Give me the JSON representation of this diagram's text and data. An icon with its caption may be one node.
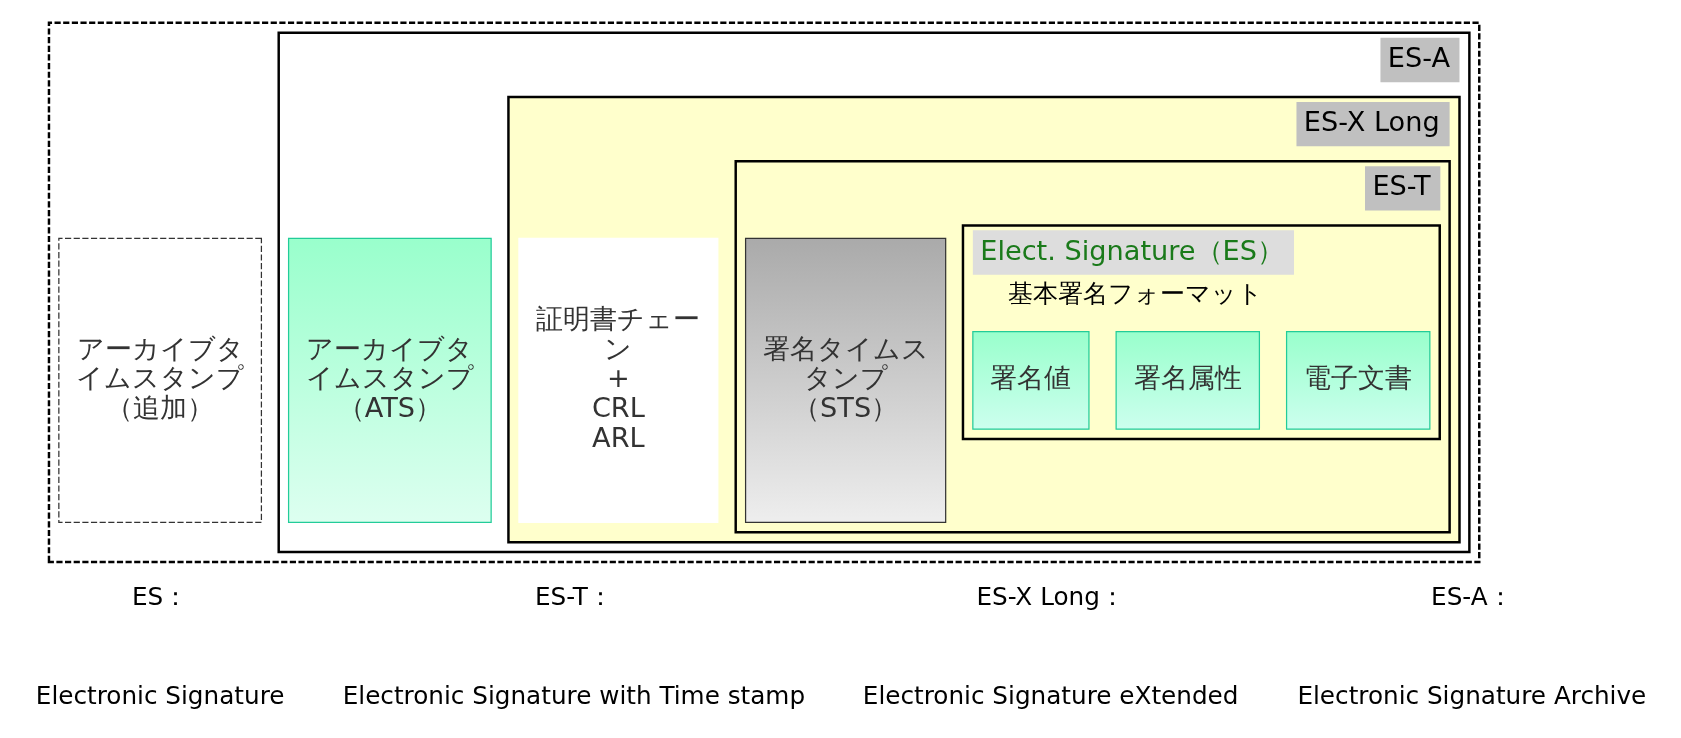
{
  "diagram": {
    "nodes": [
      {
        "text": [],
        "shape": "box"
      },
      {
        "text": [
          "ES-A"
        ],
        "in": 0
      },
      {
        "text": [
          "ES-X Long"
        ],
        "in": 1
      },
      {
        "text": [
          "ES-T"
        ],
        "in": 2
      },
      {
        "text": [
          "Elect. Signature（ES）",
          "基本署名フォーマット"
        ],
        "in": 3
      },
      {
        "text": [
          "電子文書"
        ],
        "in": 4
      },
      {
        "text": [
          "署名属性"
        ],
        "in": 4
      },
      {
        "text": [
          "署名値"
        ],
        "in": 4
      },
      {
        "text": [
          "署名タイムスタンプ（STS）"
        ],
        "in": 3
      },
      {
        "text": [
          "証明書チェーン + CRL ARL"
        ],
        "in": 2
      },
      {
        "text": [
          "アーカイブタイムスタンプ（ATS）"
        ],
        "in": 1
      },
      {
        "text": [
          "アーカイブタイムスタンプ（追加）"
        ],
        "in": 0
      }
    ],
    "edges": [],
    "labels": [
      "ES：",
      "Electronic Signature",
      "ES-T：",
      "Electronic Signature with Time stamp",
      "ES-X Long：",
      "Electronic Signature eXtended",
      "ES-A：",
      "Electronic Signature Archive"
    ]
  }
}
